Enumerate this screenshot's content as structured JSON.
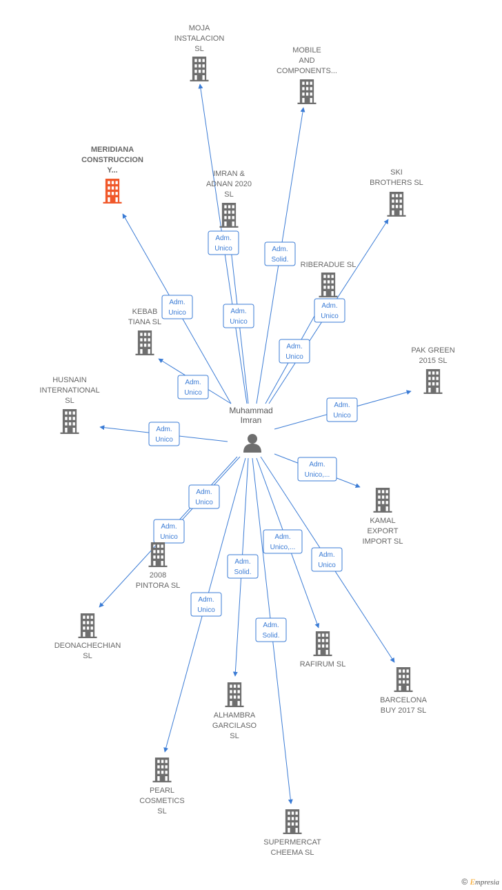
{
  "center": {
    "name": "Muhammad Imran",
    "label_lines": [
      "Muhammad",
      "Imran"
    ]
  },
  "colors": {
    "edge": "#3a7bd5",
    "building": "#6e6e6e",
    "building_highlight": "#f0582a",
    "person": "#6e6e6e"
  },
  "nodes": [
    {
      "id": "moja",
      "lines": [
        "MOJA",
        "INSTALACION",
        "SL"
      ],
      "highlight": false,
      "role": [
        "Adm.",
        "Unico"
      ]
    },
    {
      "id": "mobile",
      "lines": [
        "MOBILE",
        "AND",
        "COMPONENTS..."
      ],
      "highlight": false,
      "role": [
        "Adm.",
        "Solid."
      ]
    },
    {
      "id": "meridiana",
      "lines": [
        "MERIDIANA",
        "CONSTRUCCION",
        "Y..."
      ],
      "highlight": true,
      "role": [
        "Adm.",
        "Unico"
      ]
    },
    {
      "id": "imran",
      "lines": [
        "IMRAN &",
        "ADNAN 2020",
        "SL"
      ],
      "highlight": false,
      "role": [
        "Adm.",
        "Unico"
      ]
    },
    {
      "id": "ski",
      "lines": [
        "SKI",
        "BROTHERS SL"
      ],
      "highlight": false,
      "role": [
        "Adm.",
        "Unico"
      ]
    },
    {
      "id": "riberadue",
      "lines": [
        "RIBERADUE SL"
      ],
      "highlight": false,
      "role": [
        "Adm.",
        "Unico"
      ]
    },
    {
      "id": "kebab",
      "lines": [
        "KEBAB",
        "TIANA  SL"
      ],
      "highlight": false,
      "role": [
        "Adm.",
        "Unico"
      ]
    },
    {
      "id": "pakgreen",
      "lines": [
        "PAK GREEN",
        "2015  SL"
      ],
      "highlight": false,
      "role": [
        "Adm.",
        "Unico"
      ]
    },
    {
      "id": "husnain",
      "lines": [
        "HUSNAIN",
        "INTERNATIONAL",
        "SL"
      ],
      "highlight": false,
      "role": [
        "Adm.",
        "Unico"
      ]
    },
    {
      "id": "kamal",
      "lines": [
        "KAMAL",
        "EXPORT",
        "IMPORT  SL"
      ],
      "highlight": false,
      "role": [
        "Adm.",
        "Unico,..."
      ]
    },
    {
      "id": "pintora",
      "lines": [
        "2008",
        "PINTORA SL"
      ],
      "highlight": false,
      "role": [
        "Adm.",
        "Unico"
      ]
    },
    {
      "id": "deonachechian",
      "lines": [
        "DEONACHECHIAN",
        "SL"
      ],
      "highlight": false,
      "role": [
        "Adm.",
        "Unico"
      ]
    },
    {
      "id": "rafirum",
      "lines": [
        "RAFIRUM SL"
      ],
      "highlight": false,
      "role": [
        "Adm.",
        "Unico,..."
      ]
    },
    {
      "id": "barcelona",
      "lines": [
        "BARCELONA",
        "BUY 2017  SL"
      ],
      "highlight": false,
      "role": [
        "Adm.",
        "Unico"
      ]
    },
    {
      "id": "alhambra",
      "lines": [
        "ALHAMBRA",
        "GARCILASO",
        "SL"
      ],
      "highlight": false,
      "role": [
        "Adm.",
        "Solid."
      ]
    },
    {
      "id": "pearl",
      "lines": [
        "PEARL",
        "COSMETICS",
        "SL"
      ],
      "highlight": false,
      "role": [
        "Adm.",
        "Unico"
      ]
    },
    {
      "id": "supermercat",
      "lines": [
        "SUPERMERCAT",
        "CHEEMA  SL"
      ],
      "highlight": false,
      "role": [
        "Adm.",
        "Solid."
      ]
    }
  ],
  "footer": {
    "copyright": "©",
    "brand_initial": "E",
    "brand_rest": "mpresia"
  }
}
